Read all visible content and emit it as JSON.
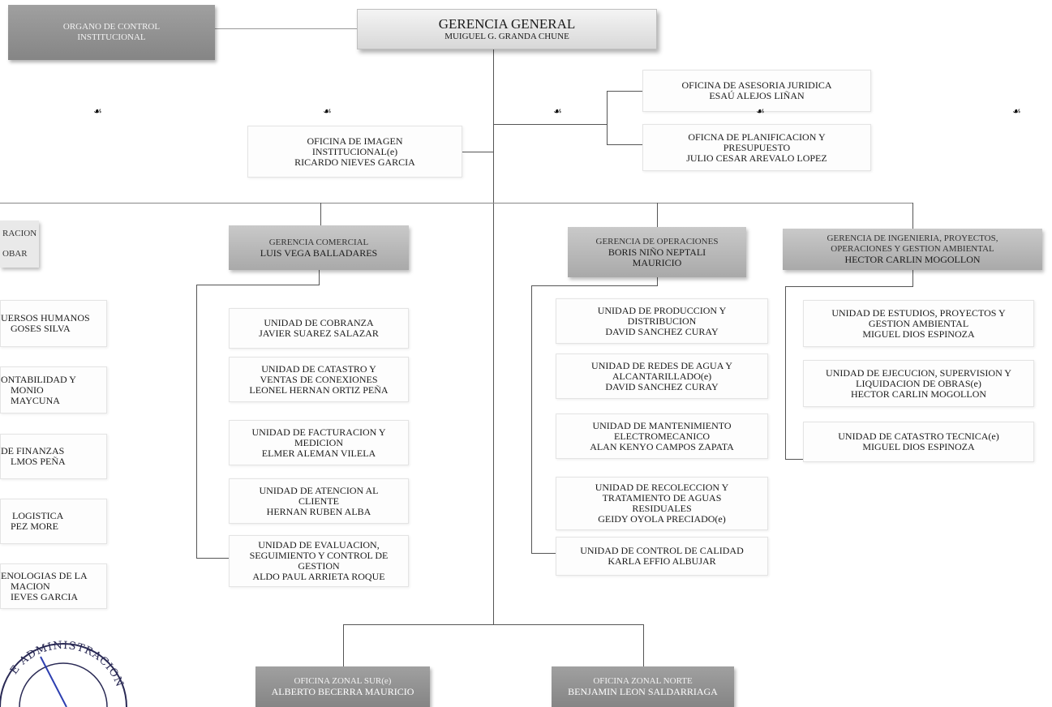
{
  "top": {
    "organo_control": [
      "ORGANO DE CONTROL",
      "INSTITUCIONAL"
    ],
    "gerencia_general": {
      "title": "GERENCIA GENERAL",
      "name": "MUIGUEL G. GRANDA CHUNE"
    },
    "imagen": [
      "OFICINA DE IMAGEN",
      "INSTITUCIONAL(e)",
      "RICARDO NIEVES GARCIA"
    ],
    "asesoria": [
      "OFICINA DE ASESORIA JURIDICA",
      "ESAÚ ALEJOS LIÑAN"
    ],
    "planificacion": [
      "OFICNA DE PLANIFICACION Y",
      "PRESUPUESTO",
      "JULIO CESAR AREVALO LOPEZ"
    ]
  },
  "administracion": {
    "head": [
      "RACION",
      "OBAR"
    ],
    "units": [
      [
        "UERSOS HUMANOS",
        "GOSES SILVA"
      ],
      [
        "ONTABILIDAD Y",
        "MONIO",
        "MAYCUNA"
      ],
      [
        "DE FINANZAS",
        "LMOS PEÑA"
      ],
      [
        "LOGISTICA",
        "PEZ MORE"
      ],
      [
        "ENOLOGIAS DE LA",
        "MACION",
        "IEVES GARCIA"
      ]
    ]
  },
  "comercial": {
    "head": [
      "GERENCIA COMERCIAL",
      "LUIS VEGA BALLADARES"
    ],
    "units": [
      [
        "UNIDAD DE COBRANZA",
        "JAVIER SUAREZ SALAZAR"
      ],
      [
        "UNIDAD DE CATASTRO Y",
        "VENTAS DE CONEXIONES",
        "LEONEL HERNAN ORTIZ PEÑA"
      ],
      [
        "UNIDAD DE FACTURACION Y",
        "MEDICION",
        "ELMER ALEMAN VILELA"
      ],
      [
        "UNIDAD DE ATENCION AL",
        "CLIENTE",
        "HERNAN RUBEN ALBA"
      ],
      [
        "UNIDAD DE EVALUACION,",
        "SEGUIMIENTO Y CONTROL DE",
        "GESTION",
        "ALDO PAUL ARRIETA ROQUE"
      ]
    ]
  },
  "operaciones": {
    "head": [
      "GERENCIA DE OPERACIONES",
      "BORIS NIÑO NEPTALI",
      "MAURICIO"
    ],
    "units": [
      [
        "UNIDAD DE PRODUCCION Y",
        "DISTRIBUCION",
        "DAVID SANCHEZ CURAY"
      ],
      [
        "UNIDAD DE REDES DE AGUA Y",
        "ALCANTARILLADO(e)",
        "DAVID SANCHEZ CURAY"
      ],
      [
        "UNIDAD DE MANTENIMIENTO",
        "ELECTROMECANICO",
        "ALAN KENYO CAMPOS ZAPATA"
      ],
      [
        "UNIDAD DE RECOLECCION Y",
        "TRATAMIENTO DE AGUAS",
        "RESIDUALES",
        "GEIDY OYOLA PRECIADO(e)"
      ],
      [
        "UNIDAD DE CONTROL DE CALIDAD",
        "KARLA EFFIO ALBUJAR"
      ]
    ]
  },
  "ingenieria": {
    "head": [
      "GERENCIA DE INGENIERIA, PROYECTOS,",
      "OPERACIONES Y GESTION AMBIENTAL",
      "HECTOR CARLIN MOGOLLON"
    ],
    "units": [
      [
        "UNIDAD DE ESTUDIOS, PROYECTOS Y",
        "GESTION AMBIENTAL",
        "MIGUEL DIOS ESPINOZA"
      ],
      [
        "UNIDAD DE EJECUCION, SUPERVISION Y",
        "LIQUIDACION DE OBRAS(e)",
        "HECTOR CARLIN MOGOLLON"
      ],
      [
        "UNIDAD DE CATASTRO TECNICA(e)",
        "MIGUEL DIOS ESPINOZA"
      ]
    ]
  },
  "zonales": {
    "sur": [
      "OFICINA ZONAL SUR(e)",
      "ALBERTO BECERRA MAURICIO"
    ],
    "norte": [
      "OFICINA ZONAL NORTE",
      "BENJAMIN LEON SALDARRIAGA"
    ]
  },
  "stamp_text": "E ADMINISTRACION"
}
